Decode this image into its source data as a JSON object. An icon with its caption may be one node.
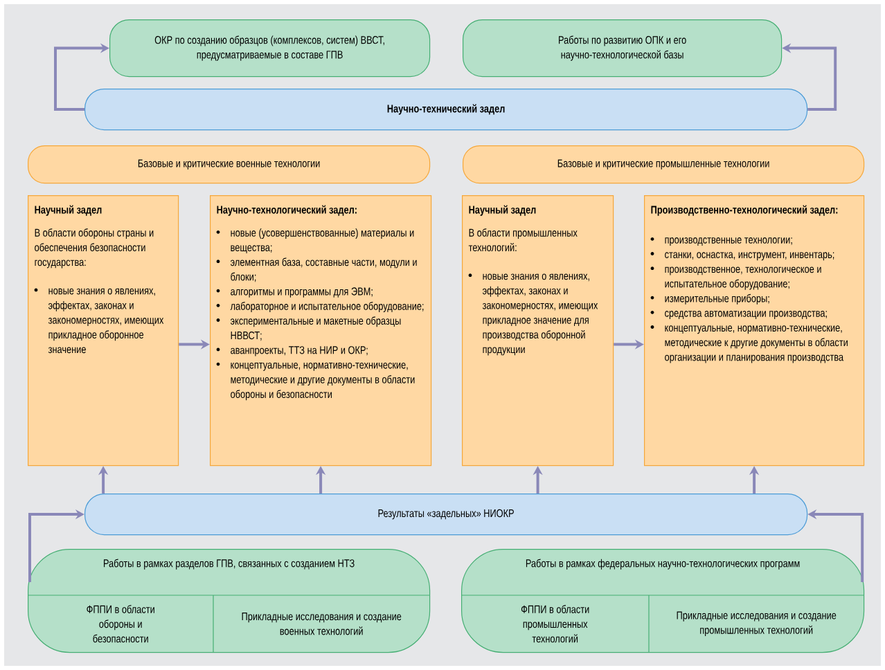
{
  "diagram": {
    "nodes": [
      {
        "text": [
          "ОКР по созданию образцов (комплексов, систем) ВВСТ, предусматриваемые в составе ГПВ"
        ]
      },
      {
        "text": [
          "Работы по развитию ОПК и его научно-технологической базы"
        ]
      },
      {
        "text": [
          "Научно-технический задел"
        ]
      },
      {
        "text": [
          "Базовые и критические военные технологии"
        ]
      },
      {
        "text": [
          "Базовые и критические промышленные технологии"
        ]
      },
      {
        "text": [
          "Научный задел",
          "В области обороны страны и обеспечения безопасности государства:",
          "новые знания о явлениях, эффектах, законах и закономерностях, имеющих прикладное оборонное значение"
        ]
      },
      {
        "text": [
          "Научно-технологический задел:",
          "новые (усовершенствованные) материалы и вещества;",
          "элементная база, составные части, модули и блоки;",
          "алгоритмы и программы для ЭВМ;",
          "лабораторное и испытательное оборудование;",
          "экспериментальные и макетные образцы НВВСТ;",
          "аванпроекты, ТТЗ на НИР и ОКР;",
          "концептуальные, нормативно-технические, методические и другие документы в области обороны и безопасности"
        ]
      },
      {
        "text": [
          "Научный задел",
          "В области промышленных технологий:",
          "новые знания о явлениях, эффектах, законах и закономерностях, имеющих прикладное значение для производства оборонной продукции"
        ]
      },
      {
        "text": [
          "Производственно-технологический задел:",
          "производственные технологии;",
          "станки, оснастка, инструмент, инвентарь;",
          "производственное, технологическое и испытательное оборудование;",
          "измерительные приборы;",
          "средства автоматизации производства;",
          "концептуальные, нормативно-технические, методические к другие документы в области организации и планирования производства"
        ]
      },
      {
        "text": [
          "Результаты «задельных» НИОКР"
        ]
      },
      {
        "text": [
          "Работы в рамках разделов ГПВ, связанных с созданием НТЗ"
        ]
      },
      {
        "text": [
          "ФППИ в области обороны и безопасности"
        ],
        "in": 10
      },
      {
        "text": [
          "Прикладные исследования и создание военных технологий"
        ],
        "in": 10
      },
      {
        "text": [
          "Работы в рамках федеральных научно-технологических программ"
        ]
      },
      {
        "text": [
          "ФППИ в области промышленных технологий"
        ],
        "in": 13
      },
      {
        "text": [
          "Прикладные исследования и создание промышленных технологий"
        ],
        "in": 13
      }
    ],
    "edges": [
      {
        "from": 2,
        "to": 0,
        "arrow": "to"
      },
      {
        "from": 2,
        "to": 1,
        "arrow": "to"
      },
      {
        "from": 5,
        "to": 6,
        "arrow": "to"
      },
      {
        "from": 7,
        "to": 8,
        "arrow": "to"
      },
      {
        "from": 9,
        "to": 5,
        "arrow": "to"
      },
      {
        "from": 9,
        "to": 6,
        "arrow": "to"
      },
      {
        "from": 9,
        "to": 7,
        "arrow": "to"
      },
      {
        "from": 9,
        "to": 8,
        "arrow": "to"
      },
      {
        "from": 10,
        "to": 9,
        "arrow": "to"
      },
      {
        "from": 13,
        "to": 9,
        "arrow": "to"
      }
    ]
  }
}
